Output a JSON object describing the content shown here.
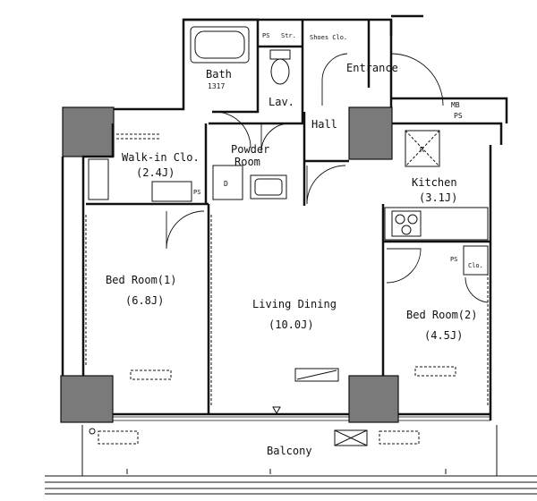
{
  "rooms": {
    "bath": {
      "name": "Bath",
      "size": "1317"
    },
    "lavatory": {
      "name": "Lav."
    },
    "shoes_closet": {
      "name": "Shoes Clo."
    },
    "ps_top": {
      "name": "PS"
    },
    "storage_top": {
      "name": "Str."
    },
    "entrance": {
      "name": "Entrance"
    },
    "hall": {
      "name": "Hall"
    },
    "mb_ps": {
      "name_mb": "MB",
      "name_ps": "PS"
    },
    "walk_in_closet": {
      "name": "Walk-in Clo.",
      "size": "(2.4J)"
    },
    "powder_room": {
      "name_line1": "Powder",
      "name_line2": "Room"
    },
    "kitchen": {
      "name": "Kitchen",
      "size": "(3.1J)",
      "refrigerator_mark": "R"
    },
    "bed_room_1": {
      "name": "Bed Room(1)",
      "size": "(6.8J)"
    },
    "living_dining": {
      "name": "Living Dining",
      "size": "(10.0J)"
    },
    "bed_room_2": {
      "name": "Bed Room(2)",
      "size": "(4.5J)"
    },
    "balcony": {
      "name": "Balcony"
    },
    "ps_wic": {
      "name": "PS"
    },
    "powder_d": {
      "name": "D"
    },
    "ps_br2": {
      "name": "PS"
    },
    "closet_br2": {
      "name": "Clo."
    }
  },
  "colors": {
    "walls": "#111111",
    "pillars": "#7a7a7a",
    "background": "#ffffff"
  }
}
